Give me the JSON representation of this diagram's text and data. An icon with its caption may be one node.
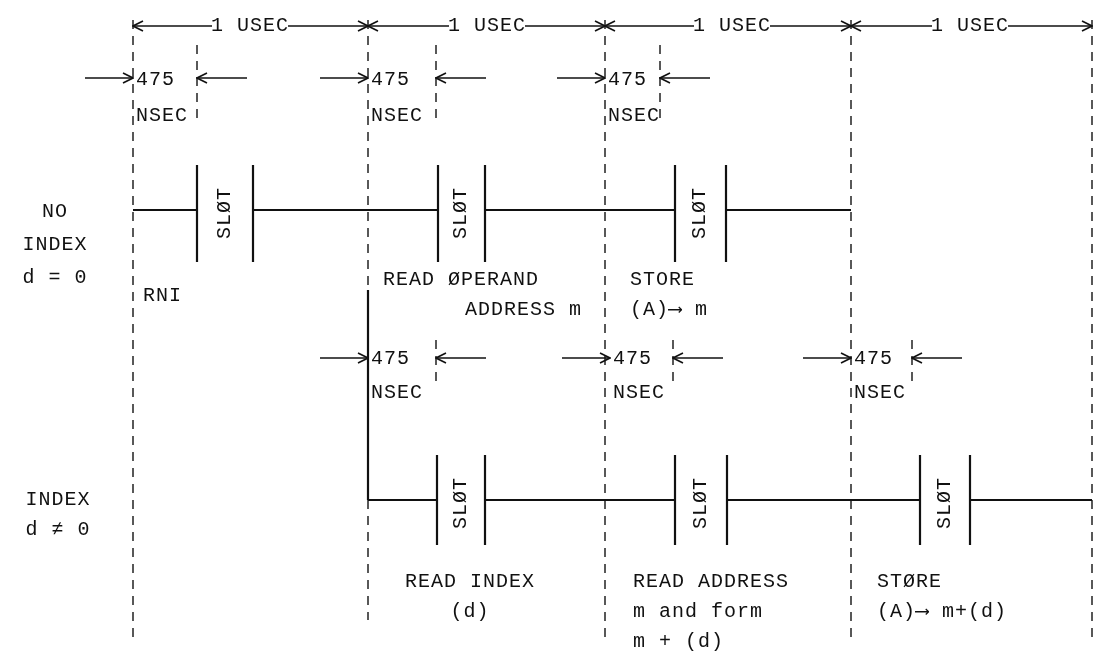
{
  "diagram": {
    "labels": [
      "1 USEC",
      "1 USEC",
      "1 USEC",
      "1 USEC",
      "475 NSEC",
      "475 NSEC",
      "475 NSEC",
      "NO INDEX d = 0",
      "SLØT",
      "SLØT",
      "SLØT",
      "READ ØPERAND ADDRESS m",
      "STORE (A)⟶ m",
      "RNI",
      "475 NSEC",
      "475 NSEC",
      "475 NSEC",
      "INDEX d ≠ 0",
      "SLØT",
      "SLØT",
      "SLØT",
      "READ INDEX (d)",
      "READ ADDRESS m and form m + (d)",
      "STØRE (A)⟶ m+(d)"
    ]
  }
}
